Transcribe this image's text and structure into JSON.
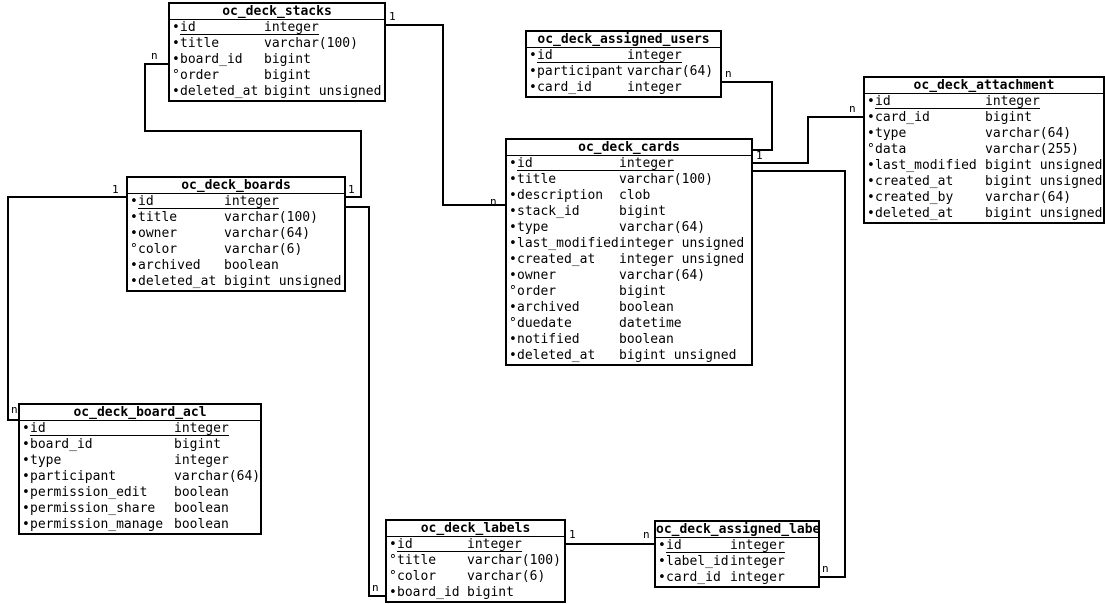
{
  "markers": {
    "not_null": "•",
    "nullable": "°"
  },
  "tables": [
    {
      "name": "oc_deck_stacks",
      "columns": [
        {
          "name": "id",
          "type": "integer",
          "pk": true,
          "nullable": false
        },
        {
          "name": "title",
          "type": "varchar(100)",
          "nullable": false
        },
        {
          "name": "board_id",
          "type": "bigint",
          "nullable": false
        },
        {
          "name": "order",
          "type": "bigint",
          "nullable": true
        },
        {
          "name": "deleted_at",
          "type": "bigint unsigned",
          "nullable": false
        }
      ]
    },
    {
      "name": "oc_deck_assigned_users",
      "columns": [
        {
          "name": "id",
          "type": "integer",
          "pk": true,
          "nullable": false
        },
        {
          "name": "participant",
          "type": "varchar(64)",
          "nullable": false
        },
        {
          "name": "card_id",
          "type": "integer",
          "nullable": false
        }
      ]
    },
    {
      "name": "oc_deck_attachment",
      "columns": [
        {
          "name": "id",
          "type": "integer",
          "pk": true,
          "nullable": false
        },
        {
          "name": "card_id",
          "type": "bigint",
          "nullable": false
        },
        {
          "name": "type",
          "type": "varchar(64)",
          "nullable": false
        },
        {
          "name": "data",
          "type": "varchar(255)",
          "nullable": true
        },
        {
          "name": "last_modified",
          "type": "bigint unsigned",
          "nullable": false
        },
        {
          "name": "created_at",
          "type": "bigint unsigned",
          "nullable": false
        },
        {
          "name": "created_by",
          "type": "varchar(64)",
          "nullable": false
        },
        {
          "name": "deleted_at",
          "type": "bigint unsigned",
          "nullable": false
        }
      ]
    },
    {
      "name": "oc_deck_boards",
      "columns": [
        {
          "name": "id",
          "type": "integer",
          "pk": true,
          "nullable": false
        },
        {
          "name": "title",
          "type": "varchar(100)",
          "nullable": false
        },
        {
          "name": "owner",
          "type": "varchar(64)",
          "nullable": false
        },
        {
          "name": "color",
          "type": "varchar(6)",
          "nullable": true
        },
        {
          "name": "archived",
          "type": "boolean",
          "nullable": false
        },
        {
          "name": "deleted_at",
          "type": "bigint unsigned",
          "nullable": false
        }
      ]
    },
    {
      "name": "oc_deck_cards",
      "columns": [
        {
          "name": "id",
          "type": "integer",
          "pk": true,
          "nullable": false
        },
        {
          "name": "title",
          "type": "varchar(100)",
          "nullable": false
        },
        {
          "name": "description",
          "type": "clob",
          "nullable": false
        },
        {
          "name": "stack_id",
          "type": "bigint",
          "nullable": false
        },
        {
          "name": "type",
          "type": "varchar(64)",
          "nullable": false
        },
        {
          "name": "last_modified",
          "type": "integer unsigned",
          "nullable": false
        },
        {
          "name": "created_at",
          "type": "integer unsigned",
          "nullable": false
        },
        {
          "name": "owner",
          "type": "varchar(64)",
          "nullable": false
        },
        {
          "name": "order",
          "type": "bigint",
          "nullable": true
        },
        {
          "name": "archived",
          "type": "boolean",
          "nullable": false
        },
        {
          "name": "duedate",
          "type": "datetime",
          "nullable": true
        },
        {
          "name": "notified",
          "type": "boolean",
          "nullable": false
        },
        {
          "name": "deleted_at",
          "type": "bigint unsigned",
          "nullable": false
        }
      ]
    },
    {
      "name": "oc_deck_board_acl",
      "columns": [
        {
          "name": "id",
          "type": "integer",
          "pk": true,
          "nullable": false
        },
        {
          "name": "board_id",
          "type": "bigint",
          "nullable": false
        },
        {
          "name": "type",
          "type": "integer",
          "nullable": false
        },
        {
          "name": "participant",
          "type": "varchar(64)",
          "nullable": false
        },
        {
          "name": "permission_edit",
          "type": "boolean",
          "nullable": false
        },
        {
          "name": "permission_share",
          "type": "boolean",
          "nullable": false
        },
        {
          "name": "permission_manage",
          "type": "boolean",
          "nullable": false
        }
      ]
    },
    {
      "name": "oc_deck_labels",
      "columns": [
        {
          "name": "id",
          "type": "integer",
          "pk": true,
          "nullable": false
        },
        {
          "name": "title",
          "type": "varchar(100)",
          "nullable": true
        },
        {
          "name": "color",
          "type": "varchar(6)",
          "nullable": true
        },
        {
          "name": "board_id",
          "type": "bigint",
          "nullable": false
        }
      ]
    },
    {
      "name": "oc_deck_assigned_labels",
      "columns": [
        {
          "name": "id",
          "type": "integer",
          "pk": true,
          "nullable": false
        },
        {
          "name": "label_id",
          "type": "integer",
          "nullable": false
        },
        {
          "name": "card_id",
          "type": "integer",
          "nullable": false
        }
      ]
    }
  ],
  "relationships": [
    {
      "from": "oc_deck_boards",
      "to": "oc_deck_stacks",
      "from_cardinality": "1",
      "to_cardinality": "n"
    },
    {
      "from": "oc_deck_boards",
      "to": "oc_deck_board_acl",
      "from_cardinality": "1",
      "to_cardinality": "n"
    },
    {
      "from": "oc_deck_boards",
      "to": "oc_deck_labels",
      "from_cardinality": "1",
      "to_cardinality": "n"
    },
    {
      "from": "oc_deck_stacks",
      "to": "oc_deck_cards",
      "from_cardinality": "1",
      "to_cardinality": "n"
    },
    {
      "from": "oc_deck_cards",
      "to": "oc_deck_assigned_users",
      "from_cardinality": "1",
      "to_cardinality": "n"
    },
    {
      "from": "oc_deck_cards",
      "to": "oc_deck_attachment",
      "from_cardinality": "1",
      "to_cardinality": "n"
    },
    {
      "from": "oc_deck_cards",
      "to": "oc_deck_assigned_labels",
      "from_cardinality": "1",
      "to_cardinality": "n"
    },
    {
      "from": "oc_deck_labels",
      "to": "oc_deck_assigned_labels",
      "from_cardinality": "1",
      "to_cardinality": "n"
    }
  ]
}
